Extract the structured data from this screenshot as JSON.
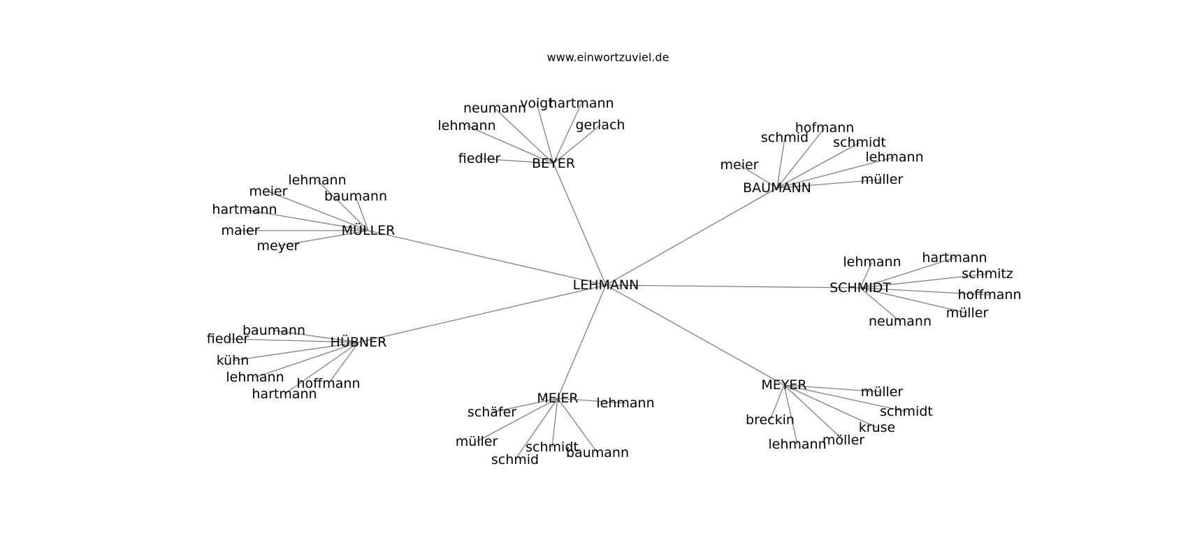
{
  "title": "www.einwortzuviel.de",
  "graph": {
    "root": "LEHMANN",
    "hubs": [
      {
        "id": "MUELLER",
        "label": "MÜLLER",
        "leaves": [
          "lehmann",
          "meier",
          "baumann",
          "hartmann",
          "maier",
          "meyer"
        ]
      },
      {
        "id": "BEYER",
        "label": "BEYER",
        "leaves": [
          "neumann",
          "voigt",
          "hartmann",
          "lehmann",
          "gerlach",
          "fiedler"
        ]
      },
      {
        "id": "BAUMANN",
        "label": "BAUMANN",
        "leaves": [
          "hofmann",
          "schmid",
          "schmidt",
          "lehmann",
          "meier",
          "müller"
        ]
      },
      {
        "id": "SCHMIDT",
        "label": "SCHMIDT",
        "leaves": [
          "lehmann",
          "hartmann",
          "schmitz",
          "hoffmann",
          "müller",
          "neumann"
        ]
      },
      {
        "id": "MEYER",
        "label": "MEYER",
        "leaves": [
          "müller",
          "schmidt",
          "kruse",
          "breckin",
          "möller",
          "lehmann"
        ]
      },
      {
        "id": "MEIER",
        "label": "MEIER",
        "leaves": [
          "lehmann",
          "schäfer",
          "müller",
          "schmidt",
          "baumann",
          "schmid"
        ]
      },
      {
        "id": "HUEBNER",
        "label": "HÜBNER",
        "leaves": [
          "baumann",
          "fiedler",
          "kühn",
          "lehmann",
          "hoffmann",
          "hartmann"
        ]
      }
    ]
  }
}
